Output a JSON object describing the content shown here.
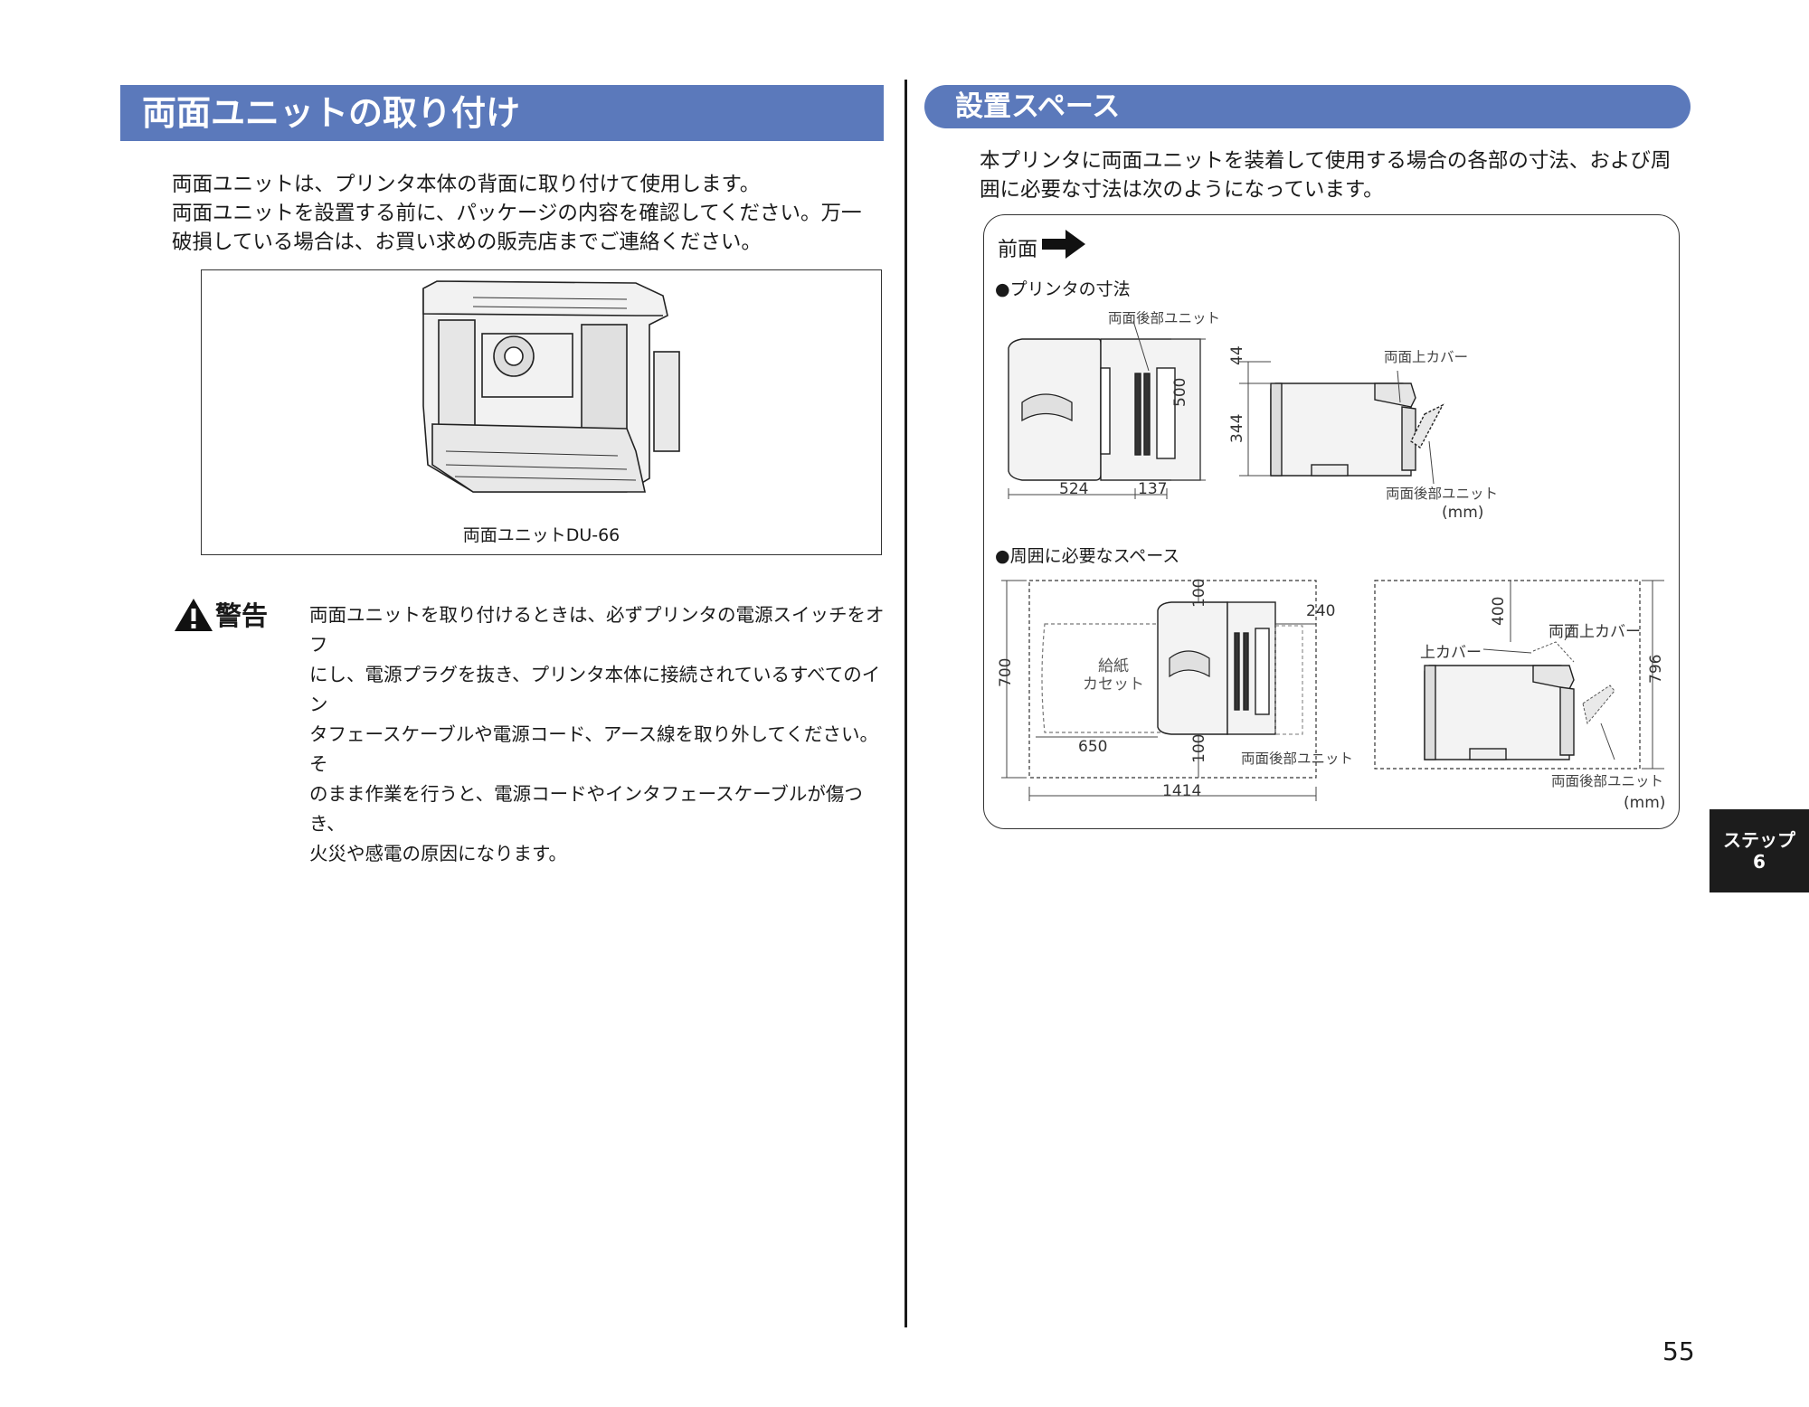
{
  "left": {
    "title": "両面ユニットの取り付け",
    "intro_lines": [
      "両面ユニットは、プリンタ本体の背面に取り付けて使用します。",
      "両面ユニットを設置する前に、パッケージの内容を確認してください。万一",
      "破損している場合は、お買い求めの販売店までご連絡ください。"
    ],
    "illustration_caption": "両面ユニットDU-66",
    "warning": {
      "label": "警告",
      "lines": [
        "両面ユニットを取り付けるときは、必ずプリンタの電源スイッチをオフ",
        "にし、電源プラグを抜き、プリンタ本体に接続されているすべてのイン",
        "タフェースケーブルや電源コード、アース線を取り外してください。そ",
        "のまま作業を行うと、電源コードやインタフェースケーブルが傷つき、",
        "火災や感電の原因になります。"
      ]
    }
  },
  "right": {
    "title": "設置スペース",
    "intro_lines": [
      "本プリンタに両面ユニットを装着して使用する場合の各部の寸法、および周",
      "囲に必要な寸法は次のようになっています。"
    ],
    "front_label": "前面",
    "printer_dims": {
      "heading": "●プリンタの寸法",
      "label_rear_unit": "両面後部ユニット",
      "label_upper_cover": "両面上カバー",
      "label_rear_unit_side": "両面後部ユニット",
      "dim_524": "524",
      "dim_137": "137",
      "dim_500": "500",
      "dim_44": "44",
      "dim_344": "344",
      "unit": "(mm)"
    },
    "space_dims": {
      "heading": "●周囲に必要なスペース",
      "cassette_1": "給紙",
      "cassette_2": "カセット",
      "dim_100_top": "100",
      "dim_240": "240",
      "dim_700": "700",
      "dim_650": "650",
      "dim_100_bottom": "100",
      "label_rear_unit": "両面後部ユニット",
      "dim_1414": "1414",
      "dim_400": "400",
      "label_upper_cover": "両面上カバー",
      "label_top_cover": "上カバー",
      "dim_796": "796",
      "label_rear_unit_side": "両面後部ユニット",
      "unit": "(mm)"
    }
  },
  "sidebar": {
    "step_line1": "ステップ",
    "step_line2": "6"
  },
  "page_number": "55",
  "colors": {
    "banner": "#5b79bb",
    "step_tab": "#1c1c1c"
  }
}
